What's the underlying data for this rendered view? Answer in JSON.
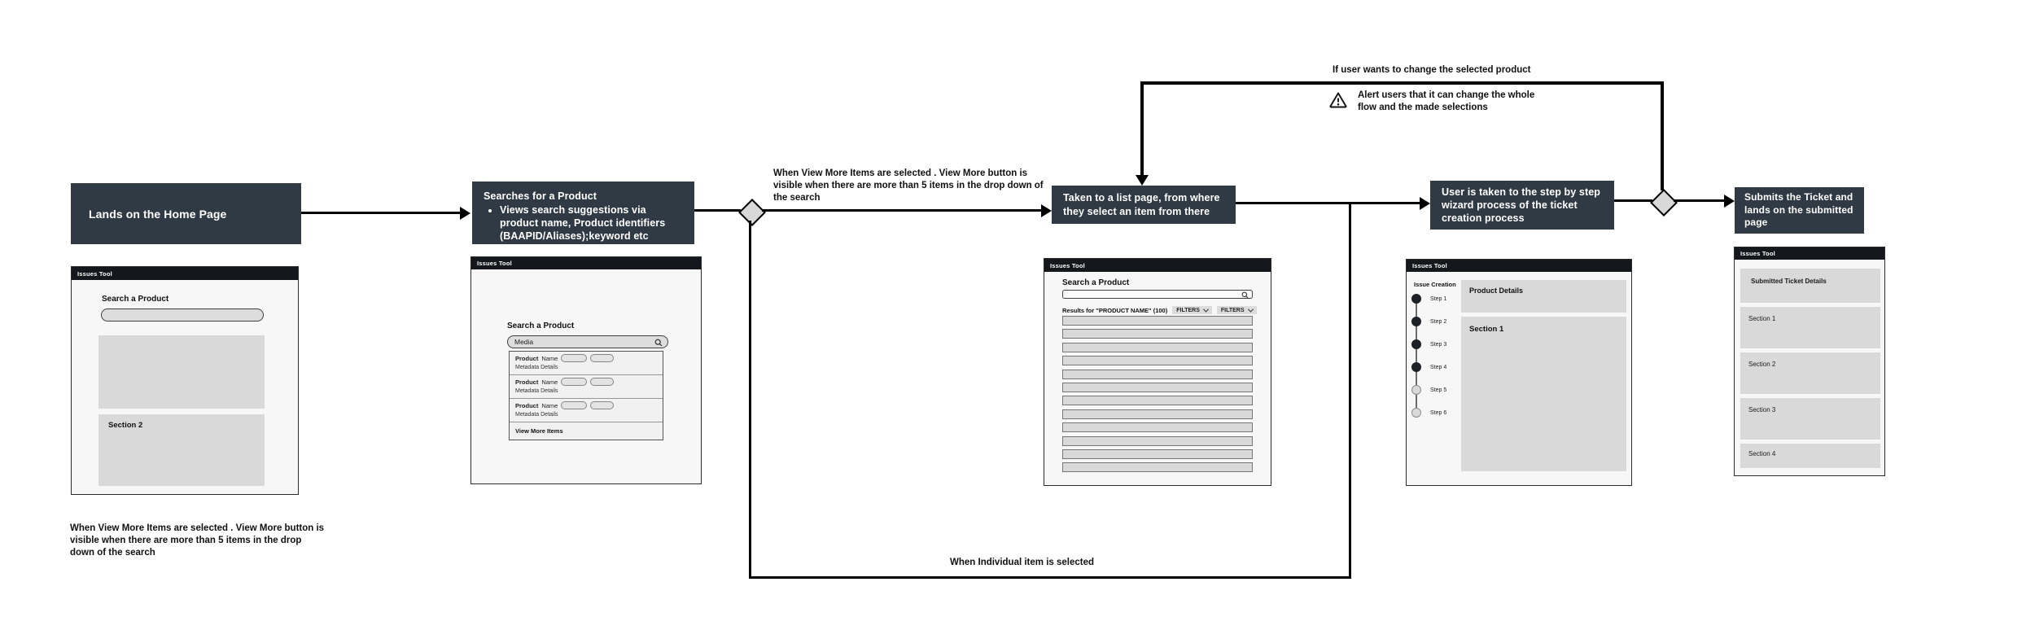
{
  "colors": {
    "flow_box_bg": "#2f3a44",
    "flow_box_text": "#ffffff",
    "wireframe_header_bg": "#14181c",
    "wireframe_body_bg": "#f7f7f8",
    "placeholder_gray": "#d9d9d9",
    "connector_black": "#000000",
    "diamond_fill": "#d8d8d8"
  },
  "flow": {
    "box1_label": "Lands on the Home Page",
    "box2_title": "Searches for a Product",
    "box2_bullet": "Views search suggestions via product name, Product identifiers (BAAPID/Aliases);keyword etc",
    "box3_label": "Taken to a list page, from where they select an item from there",
    "box4_label": "User is taken to the step by step wizard process of the ticket creation process",
    "box5_label": "Submits the Ticket and lands on the submitted page",
    "note_mid": "When View More Items are selected . View More button is visible when there are more than 5 items in the drop down of the search",
    "note_bottom_left": "When View More Items are selected . View More button is visible when there are more than 5 items in the drop down of the search",
    "branch_top_label": "If user wants to change the selected product",
    "alert_text": "Alert users that it can change the whole flow and the made selections",
    "branch_bottom_label": "When Individual item is selected"
  },
  "wf_home": {
    "app_title": "Issues Tool",
    "search_label": "Search a Product",
    "section2_label": "Section 2"
  },
  "wf_search": {
    "app_title": "Issues Tool",
    "search_label": "Search a Product",
    "search_value": "Media",
    "results": [
      {
        "bold": "Product",
        "rest": "Name",
        "meta": "Metadata Details"
      },
      {
        "bold": "Product",
        "rest": "Name",
        "meta": "Metadata Details"
      },
      {
        "bold": "Product",
        "rest": "Name",
        "meta": "Metadata Details"
      }
    ],
    "view_more_label": "View More Items"
  },
  "wf_list": {
    "app_title": "Issues Tool",
    "search_label": "Search a Product",
    "results_label": "Results for \"PRODUCT NAME\" (100)",
    "filter1": "FILTERS",
    "filter2": "FILTERS",
    "row_count": 12
  },
  "wf_wizard": {
    "app_title": "Issues Tool",
    "sidebar_title": "Issue Creation",
    "steps": [
      {
        "label": "Step 1",
        "filled": true
      },
      {
        "label": "Step 2",
        "filled": true
      },
      {
        "label": "Step 3",
        "filled": true
      },
      {
        "label": "Step 4",
        "filled": true
      },
      {
        "label": "Step 5",
        "filled": false
      },
      {
        "label": "Step 6",
        "filled": false
      }
    ],
    "product_details_label": "Product Details",
    "section1_label": "Section 1"
  },
  "wf_submitted": {
    "app_title": "Issues Tool",
    "blocks": [
      "Submitted Ticket Details",
      "Section 1",
      "Section 2",
      "Section 3",
      "Section 4"
    ]
  }
}
